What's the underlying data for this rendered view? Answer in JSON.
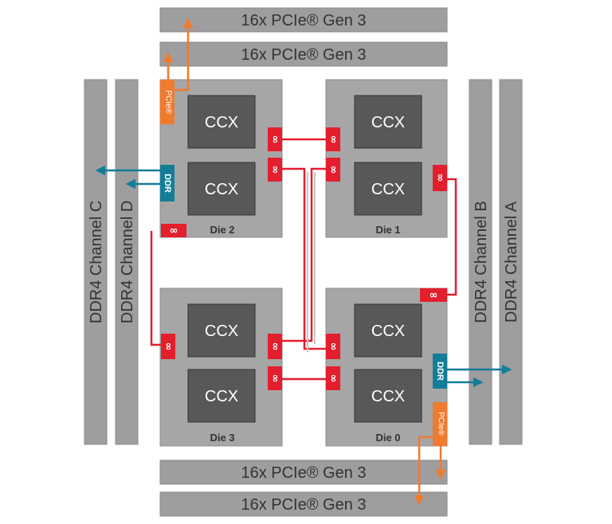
{
  "pcie_bars": {
    "top_1": "16x PCIe® Gen 3",
    "top_2": "16x PCIe® Gen 3",
    "bottom_1": "16x PCIe® Gen 3",
    "bottom_2": "16x PCIe® Gen 3"
  },
  "channels": {
    "c": "DDR4 Channel C",
    "d": "DDR4 Channel D",
    "b": "DDR4 Channel B",
    "a": "DDR4 Channel A"
  },
  "dies": {
    "die2": {
      "label": "Die 2",
      "ccx_top": "CCX",
      "ccx_bottom": "CCX"
    },
    "die1": {
      "label": "Die 1",
      "ccx_top": "CCX",
      "ccx_bottom": "CCX"
    },
    "die3": {
      "label": "Die 3",
      "ccx_top": "CCX",
      "ccx_bottom": "CCX"
    },
    "die0": {
      "label": "Die 0",
      "ccx_top": "CCX",
      "ccx_bottom": "CCX"
    }
  },
  "ports": {
    "pcie_label": "PCIe®",
    "ddr_label": "DDR",
    "infinity_symbol": "∞"
  },
  "colors": {
    "bar_gray": "#9e9e9e",
    "die_gray": "#a6a6a6",
    "ccx_dark": "#585858",
    "infinity_red": "#e31e2d",
    "pcie_orange": "#ef7b2f",
    "ddr_teal": "#137d98"
  }
}
